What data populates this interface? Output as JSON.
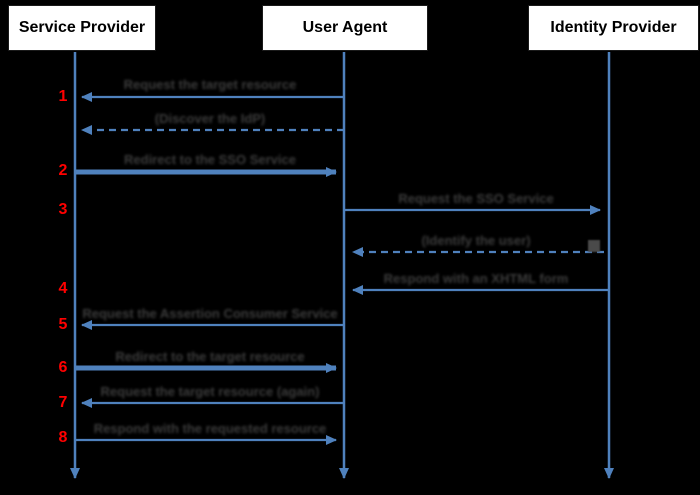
{
  "actors": [
    {
      "label": "Service Provider"
    },
    {
      "label": "User Agent"
    },
    {
      "label": "Identity Provider"
    }
  ],
  "steps": [
    {
      "num": "1",
      "label": "Request the target resource",
      "from": "User Agent",
      "to": "Service Provider",
      "line": "solid"
    },
    {
      "num": "",
      "label": "(Discover the IdP)",
      "from": "User Agent",
      "to": "Service Provider",
      "line": "dashed"
    },
    {
      "num": "2",
      "label": "Redirect to the SSO Service",
      "from": "Service Provider",
      "to": "User Agent",
      "line": "solid"
    },
    {
      "num": "3",
      "label": "Request the SSO Service",
      "from": "User Agent",
      "to": "Identity Provider",
      "line": "solid"
    },
    {
      "num": "",
      "label": "(Identify the user)",
      "from": "Identity Provider",
      "to": "User Agent",
      "line": "dashed"
    },
    {
      "num": "4",
      "label": "Respond with an XHTML form",
      "from": "Identity Provider",
      "to": "User Agent",
      "line": "solid"
    },
    {
      "num": "5",
      "label": "Request the Assertion Consumer Service",
      "from": "User Agent",
      "to": "Service Provider",
      "line": "solid"
    },
    {
      "num": "6",
      "label": "Redirect to the target resource",
      "from": "Service Provider",
      "to": "User Agent",
      "line": "solid"
    },
    {
      "num": "7",
      "label": "Request the target resource (again)",
      "from": "User Agent",
      "to": "Service Provider",
      "line": "solid"
    },
    {
      "num": "8",
      "label": "Respond with the requested resource",
      "from": "Service Provider",
      "to": "User Agent",
      "line": "solid"
    }
  ],
  "colors": {
    "background": "#000000",
    "lifeline": "#4f81bd",
    "step_number": "#ff0000",
    "actor_box_fill": "#ffffff",
    "actor_text": "#000000"
  }
}
